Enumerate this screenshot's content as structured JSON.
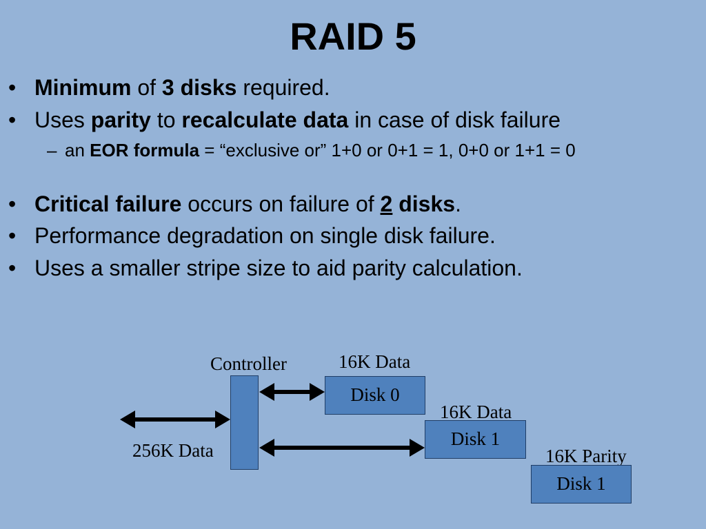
{
  "title": "RAID 5",
  "bullets": [
    {
      "bold1": "Minimum",
      "t1": " of ",
      "bold2": "3 disks",
      "t2": " required."
    },
    {
      "t1": "Uses ",
      "bold1": "parity",
      "t2": " to ",
      "bold2": "recalculate data",
      "t3": " in case of disk failure"
    },
    {
      "t1": "an ",
      "bold1": "EOR formula",
      "t2": " = “exclusive or”  1+0 or 0+1 = 1, 0+0 or 1+1 = 0"
    },
    {
      "bold1": "Critical failure",
      "t1": " occurs on failure of ",
      "bold_u": "2",
      "t2": " ",
      "bold2": "disks",
      "t3": "."
    },
    {
      "t1": "Performance degradation on single disk failure."
    },
    {
      "t1": "Uses a smaller stripe size to aid parity calculation."
    }
  ],
  "diagram": {
    "controller_label": "Controller",
    "input_label": "256K Data",
    "disks": [
      {
        "name": "Disk 0",
        "label": "16K Data"
      },
      {
        "name": "Disk 1",
        "label": "16K Data"
      },
      {
        "name": "Disk 1",
        "label": "16K Parity"
      }
    ]
  },
  "colors": {
    "background": "#95b3d7",
    "box_fill": "#4f81bd",
    "box_border": "#1f3d66"
  }
}
